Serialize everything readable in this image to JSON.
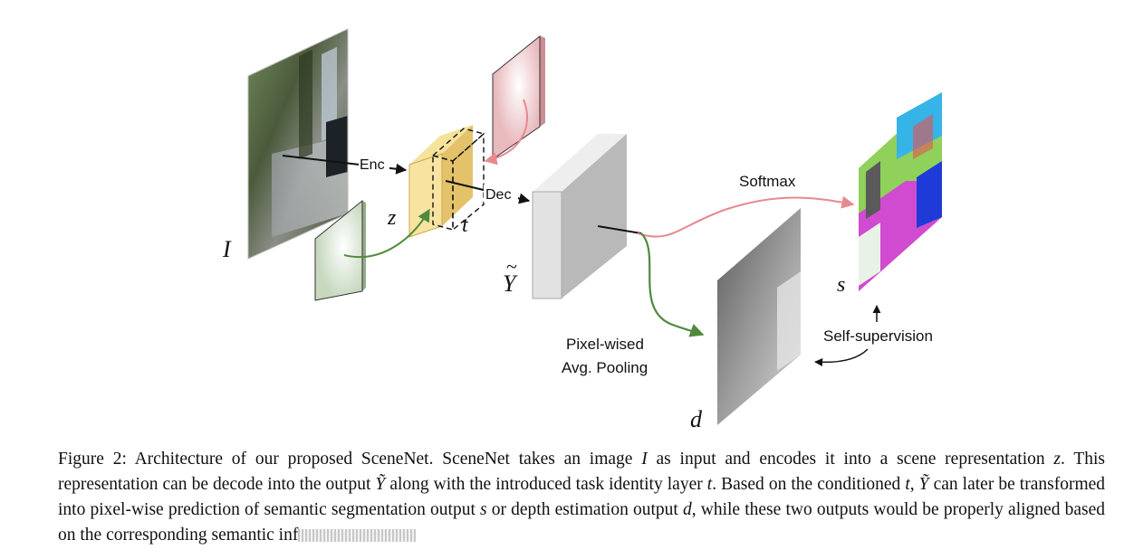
{
  "figure": {
    "labels": {
      "enc": "Enc",
      "dec": "Dec",
      "softmax": "Softmax",
      "pooling_line1": "Pixel-wised",
      "pooling_line2": "Avg. Pooling",
      "self_supervision": "Self-supervision"
    },
    "symbols": {
      "input": "I",
      "scene": "z",
      "task": "t",
      "output": "Y",
      "segmentation": "s",
      "depth": "d"
    },
    "colors": {
      "scene_rep": "#f3d97a",
      "task_pink": "#e8b9bd",
      "task_green": "#c7d8bf",
      "output_block": "#dcdcdc",
      "arrow_pink": "#e8888f",
      "arrow_green": "#4f8a3c"
    }
  },
  "caption": {
    "label": "Figure 2:",
    "t1": " Architecture of our proposed SceneNet. SceneNet takes an image ",
    "v_I": "I",
    "t2": " as input and encodes it into a scene representation ",
    "v_z": "z",
    "t3": ". This representation can be decode into the output ",
    "v_Y": "Ỹ",
    "t4": " along with the introduced task identity layer ",
    "v_t": "t",
    "t5": ". Based on the conditioned ",
    "v_t2": "t",
    "t6": ", ",
    "v_Y2": "Ỹ",
    "t7": " can later be transformed into pixel-wise prediction of semantic segmentation output ",
    "v_s": "s",
    "t8": " or depth estimation output ",
    "v_d": "d",
    "t9": ", while these two outputs would be properly aligned based on the corresponding semantic inf"
  }
}
